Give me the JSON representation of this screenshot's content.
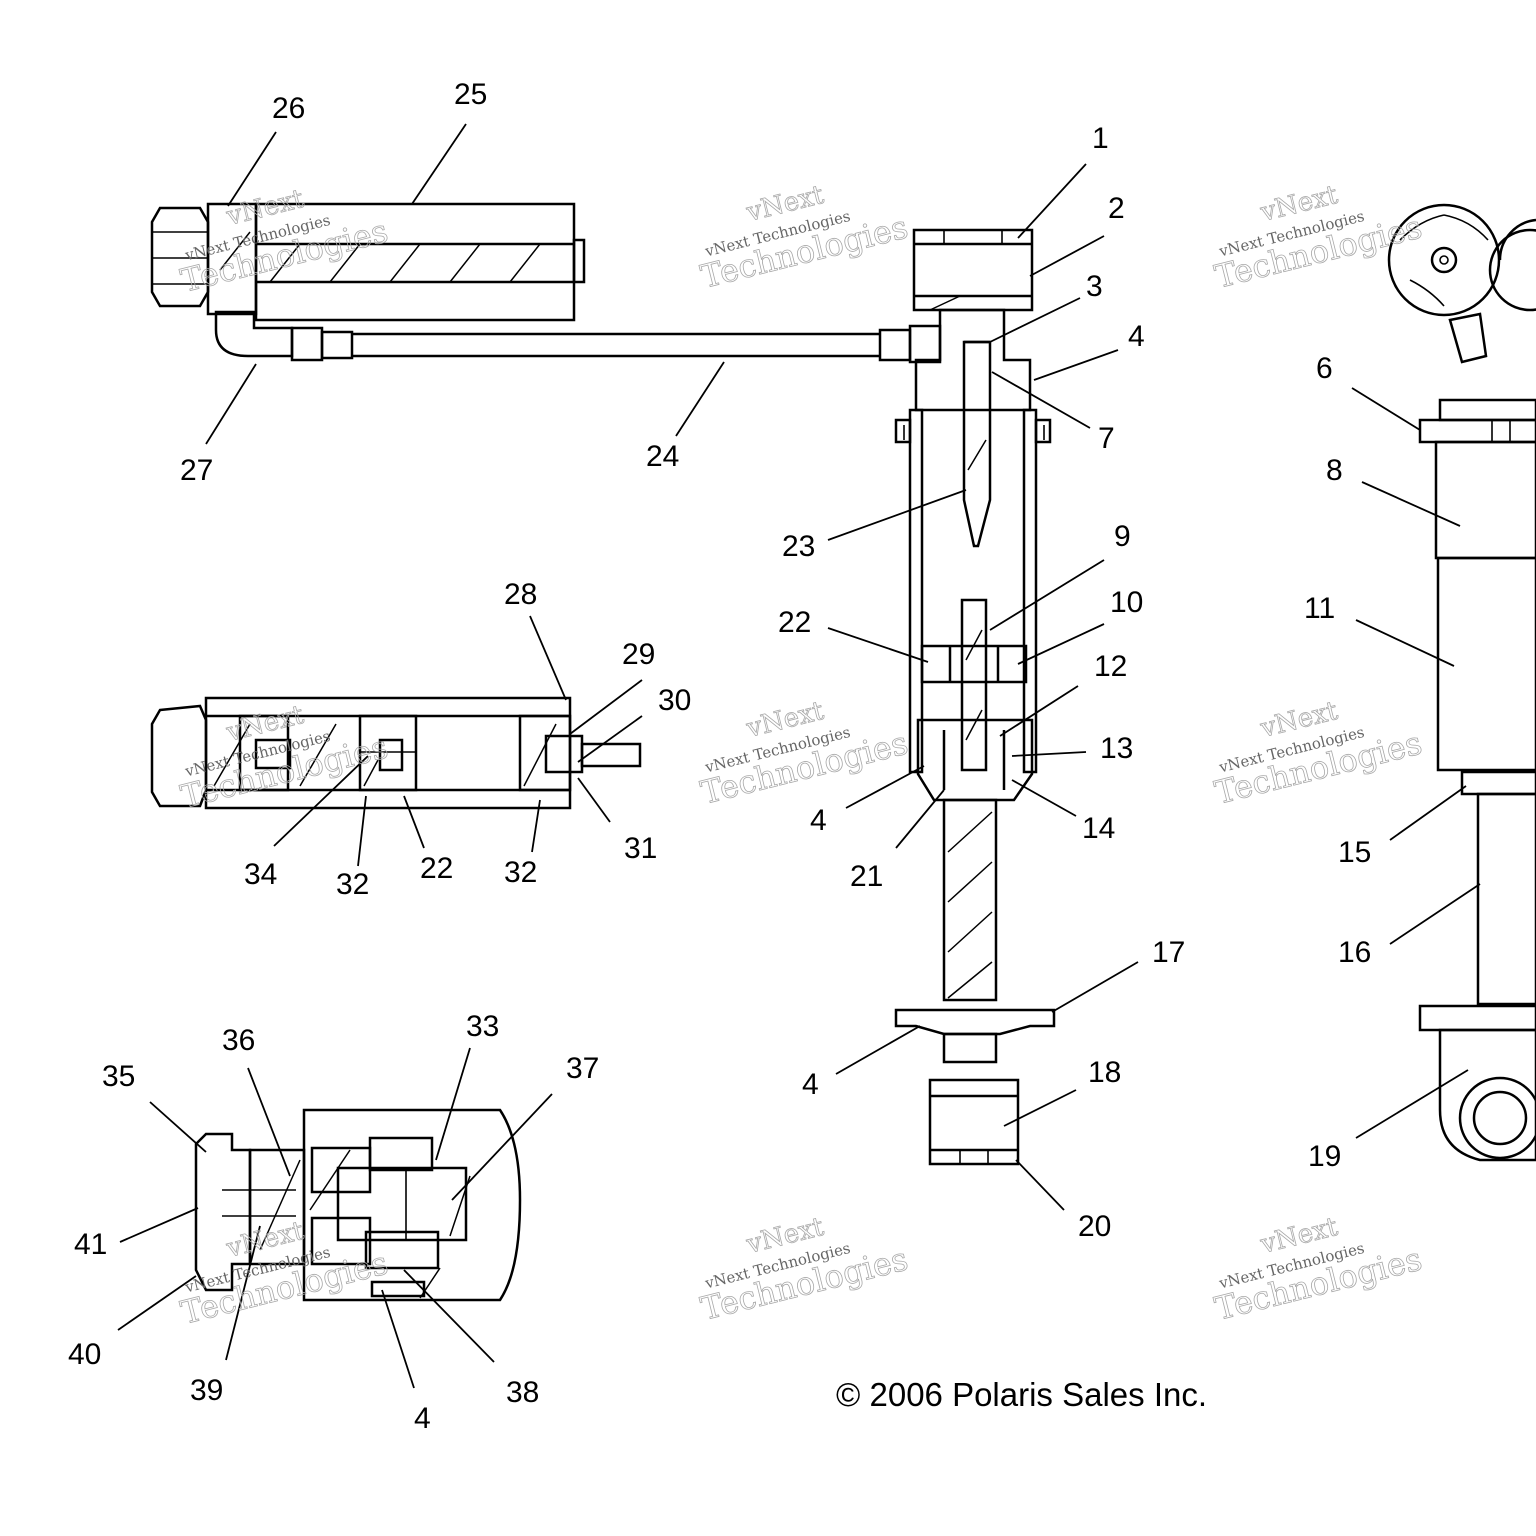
{
  "copyright": "© 2006 Polaris Sales Inc.",
  "watermark": {
    "line1": "vNext",
    "line2": "vNext Technologies",
    "line3": "Technologies"
  },
  "callouts": [
    "1",
    "2",
    "3",
    "4",
    "6",
    "7",
    "8",
    "9",
    "10",
    "11",
    "12",
    "13",
    "14",
    "15",
    "16",
    "17",
    "18",
    "19",
    "20",
    "21",
    "22",
    "23",
    "24",
    "25",
    "26",
    "27",
    "28",
    "29",
    "30",
    "31",
    "32",
    "33",
    "34",
    "35",
    "36",
    "37",
    "38",
    "39",
    "40",
    "41"
  ]
}
